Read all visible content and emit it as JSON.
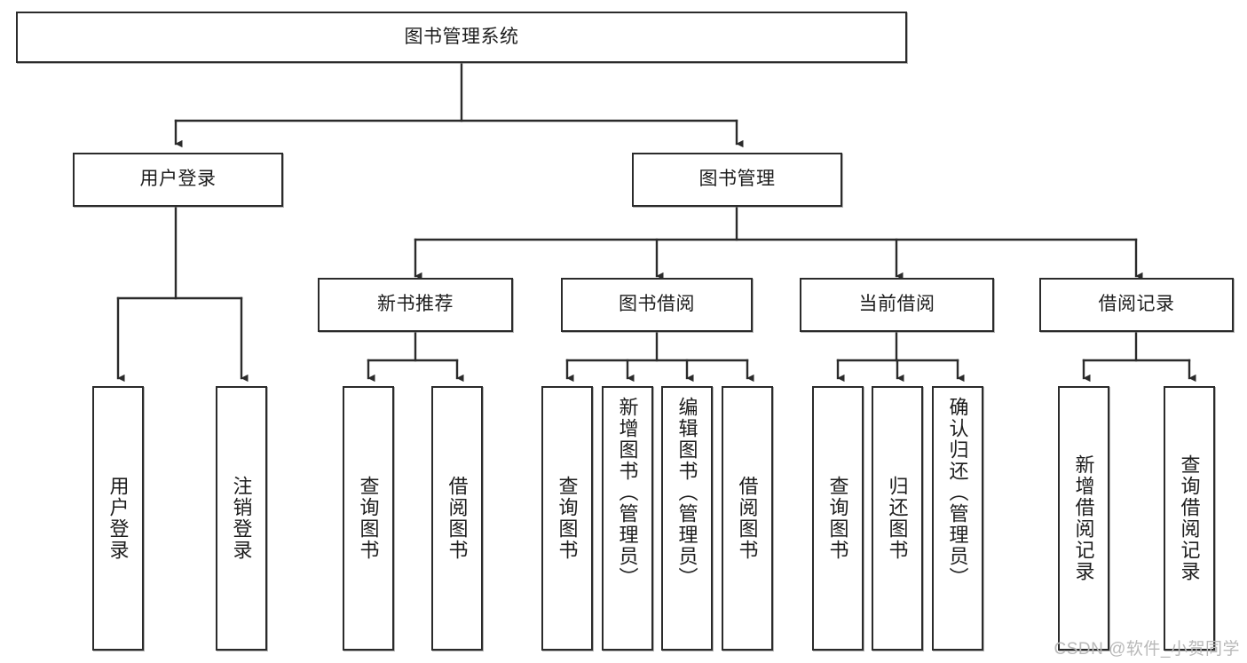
{
  "diagram": {
    "title_text": "图书管理系统",
    "watermark": "CSDN @软件_小贺同学",
    "colors": {
      "stroke": "#2b2b2b",
      "fill": "#ffffff",
      "text": "#1d1d1d",
      "watermark": "#b9b9b9"
    },
    "nodes": {
      "root": {
        "label": "图书管理系统"
      },
      "level2": [
        {
          "id": "user-login",
          "label": "用户登录"
        },
        {
          "id": "book-manage",
          "label": "图书管理"
        }
      ],
      "level3": [
        {
          "id": "new-book-recommend",
          "label": "新书推荐"
        },
        {
          "id": "book-borrow",
          "label": "图书借阅"
        },
        {
          "id": "current-borrow",
          "label": "当前借阅"
        },
        {
          "id": "borrow-record",
          "label": "借阅记录"
        }
      ],
      "leaves": {
        "user-login": [
          {
            "id": "leaf-user-login",
            "label": "用户登录"
          },
          {
            "id": "leaf-user-logout",
            "label": "注销登录"
          }
        ],
        "new-book-recommend": [
          {
            "id": "leaf-query-book-1",
            "label": "查询图书"
          },
          {
            "id": "leaf-borrow-book-1",
            "label": "借阅图书"
          }
        ],
        "book-borrow": [
          {
            "id": "leaf-query-book-2",
            "label": "查询图书"
          },
          {
            "id": "leaf-add-book",
            "label": "新增图书（管理员）"
          },
          {
            "id": "leaf-edit-book",
            "label": "编辑图书（管理员）"
          },
          {
            "id": "leaf-borrow-book-2",
            "label": "借阅图书"
          }
        ],
        "current-borrow": [
          {
            "id": "leaf-query-book-3",
            "label": "查询图书"
          },
          {
            "id": "leaf-return-book",
            "label": "归还图书"
          },
          {
            "id": "leaf-confirm-return",
            "label": "确认归还（管理员）"
          }
        ],
        "borrow-record": [
          {
            "id": "leaf-add-record",
            "label": "新增借阅记录"
          },
          {
            "id": "leaf-query-record",
            "label": "查询借阅记录"
          }
        ]
      }
    }
  }
}
